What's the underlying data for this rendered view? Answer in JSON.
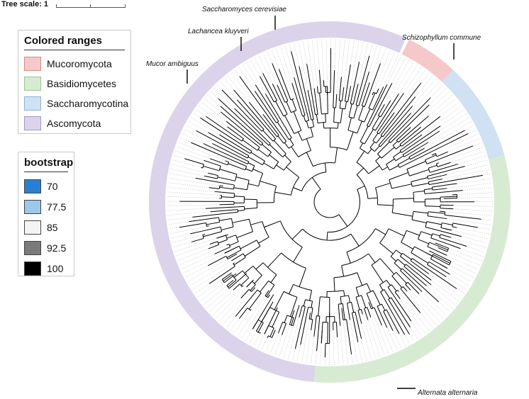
{
  "scale": {
    "label": "Tree scale: 1"
  },
  "legend_ranges": {
    "title": "Colored ranges",
    "items": [
      {
        "label": "Mucoromycota",
        "color": "#f5c9c9",
        "border": "#d98a8a"
      },
      {
        "label": "Basidiomycetes",
        "color": "#d7ebd3",
        "border": "#9bc493"
      },
      {
        "label": "Saccharomycotina",
        "color": "#cfe1f3",
        "border": "#8fb4da"
      },
      {
        "label": "Ascomycota",
        "color": "#dad3ea",
        "border": "#a597c9"
      }
    ]
  },
  "legend_bootstrap": {
    "title": "bootstrap",
    "items": [
      {
        "label": "70",
        "color": "#2a7fd4"
      },
      {
        "label": "77.5",
        "color": "#9ec8ea"
      },
      {
        "label": "85",
        "color": "#f4f4f4"
      },
      {
        "label": "92.5",
        "color": "#7a7a7a"
      },
      {
        "label": "100",
        "color": "#000000"
      }
    ]
  },
  "annotations": {
    "saccharomyces": "Saccharomyces cerevisiae",
    "lachancea": "Lachancea kluyveri",
    "mucor": "Mucor ambiguus",
    "schizophyllum": "Schizophyllum commune",
    "alternata": "Alternata alternaria"
  },
  "tree": {
    "center_label": "",
    "ranges": [
      {
        "name": "Mucoromycota",
        "start_deg": 296,
        "end_deg": 313
      },
      {
        "name": "Saccharomycotina",
        "start_deg": 313,
        "end_deg": 345
      },
      {
        "name": "Basidiomycetes",
        "start_deg": 345,
        "end_deg": 455
      },
      {
        "name": "Ascomycota",
        "start_deg": 455,
        "end_deg": 655
      }
    ],
    "leaf_count": 220
  }
}
